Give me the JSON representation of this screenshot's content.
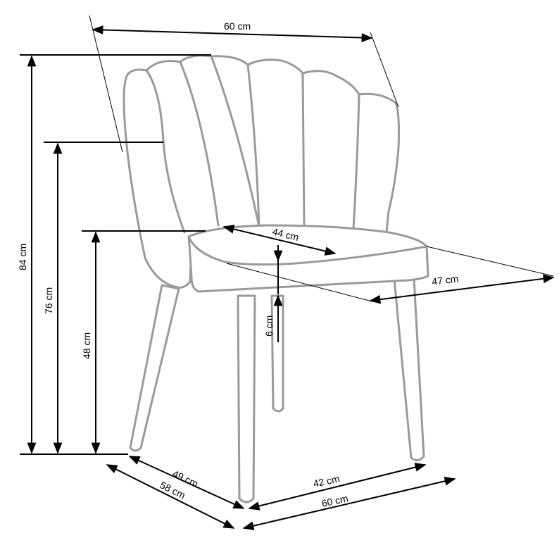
{
  "dimensions": {
    "width_top": "60 cm",
    "height_total": "84 cm",
    "height_armrest": "76 cm",
    "height_seat": "48 cm",
    "seat_width": "44 cm",
    "seat_depth": "47 cm",
    "seat_thickness": "6 cm",
    "depth_legs": "49 cm",
    "depth_total": "58 cm",
    "width_legs": "42 cm",
    "width_total": "60 cm"
  },
  "colors": {
    "chair_outline": "#9a9a9a",
    "dimension_lines": "#000000"
  }
}
